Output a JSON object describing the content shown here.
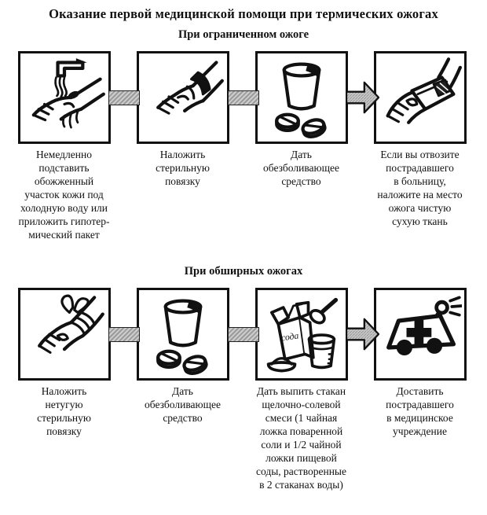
{
  "doc": {
    "title": "Оказание первой медицинской помощи при термических ожогах"
  },
  "colors": {
    "ink": "#111111",
    "arrow_fill": "#bdbdbd",
    "background": "#ffffff"
  },
  "icons": {
    "connector_bar": "hatched-bar-connector",
    "connector_arrow": "right-block-arrow-icon"
  },
  "sections": [
    {
      "heading": "При ограниченном ожоге",
      "steps": [
        {
          "illustration": "tap-water-over-burned-hand",
          "caption": "Немедленно\nподставить\nобожженный\nучасток кожи под\nхолодную воду или\nприложить гипотер-\nмический пакет"
        },
        {
          "illustration": "arm-with-sterile-bandage",
          "caption": "Наложить\nстерильную\nповязку"
        },
        {
          "illustration": "glass-and-painkiller-tablets",
          "caption": "Дать\nобезболивающее\nсредство"
        },
        {
          "illustration": "clean-dry-cloth-on-burn",
          "caption": "Если вы отвозите\nпострадавшего\nв больницу,\nналожите на место\nожога чистую\nсухую ткань"
        }
      ]
    },
    {
      "heading": "При обширных ожогах",
      "steps": [
        {
          "illustration": "arm-with-loose-sterile-bandage",
          "caption": "Наложить\nнетугую\nстерильную\nповязку"
        },
        {
          "illustration": "glass-and-painkiller-tablets",
          "caption": "Дать\nобезболивающее\nсредство"
        },
        {
          "illustration": "soda-box-spoon-salt-and-glass",
          "soda_box_label": "сода",
          "caption": "Дать выпить стакан\nщелочно-солевой\nсмеси (1 чайная\nложка поваренной\nсоли и 1/2 чайной\nложки пищевой\nсоды, растворенные\nв 2 стаканах воды)"
        },
        {
          "illustration": "ambulance-car",
          "caption": "Доставить\nпострадавшего\nв медицинское\nучреждение"
        }
      ]
    }
  ]
}
